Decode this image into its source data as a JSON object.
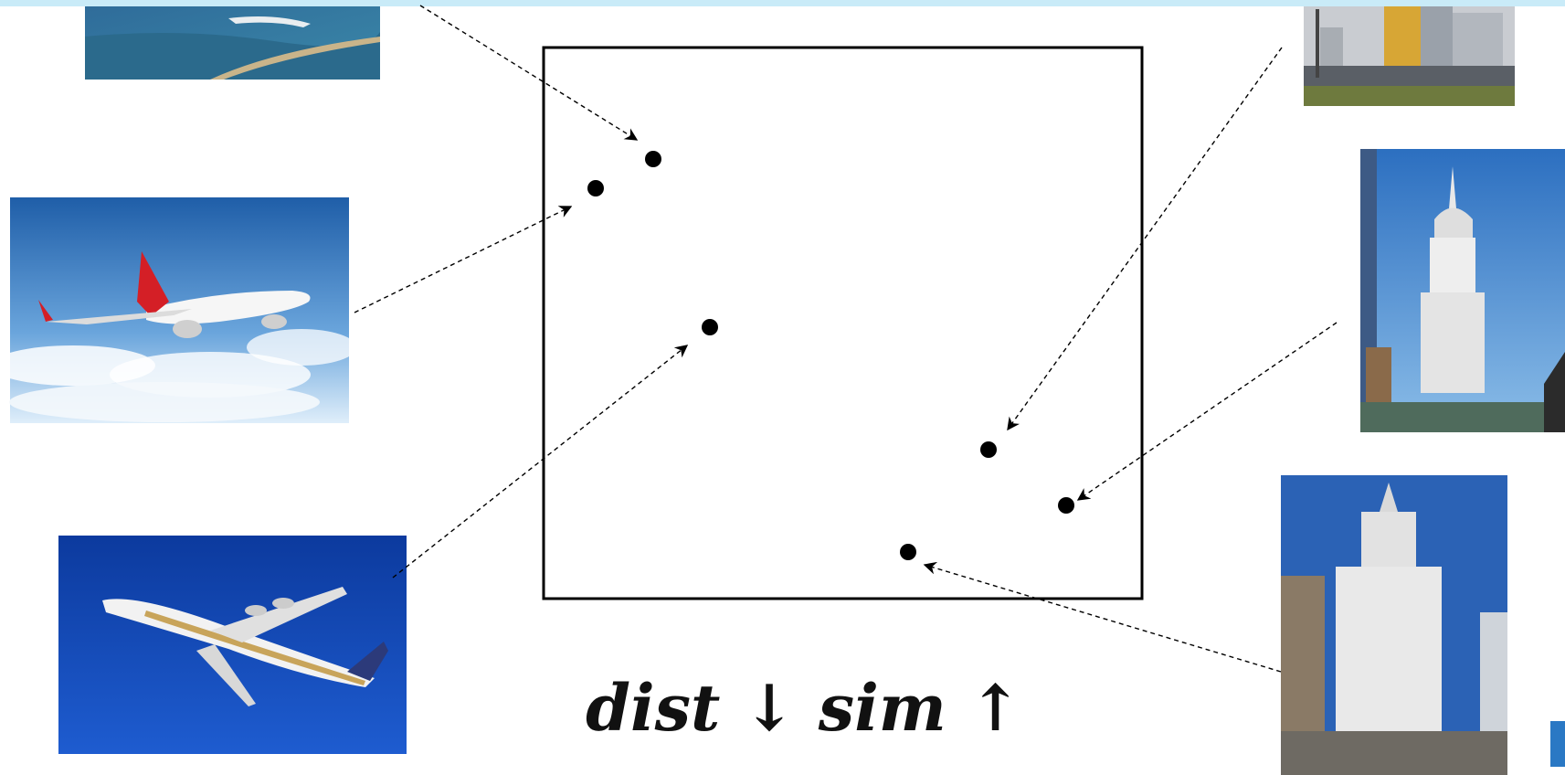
{
  "caption": {
    "text": "dist ↓ sim ↑"
  },
  "embedding_points": [
    {
      "id": "airplane-1",
      "category": "airplane"
    },
    {
      "id": "airplane-2",
      "category": "airplane"
    },
    {
      "id": "airplane-3",
      "category": "airplane"
    },
    {
      "id": "building-1",
      "category": "building"
    },
    {
      "id": "building-2",
      "category": "building"
    },
    {
      "id": "building-3",
      "category": "building"
    }
  ],
  "thumbnails": [
    {
      "id": "airplane-1",
      "icon": "airplane-over-coast-photo"
    },
    {
      "id": "airplane-2",
      "icon": "qantas-airplane-photo"
    },
    {
      "id": "airplane-3",
      "icon": "jumbo-jet-photo"
    },
    {
      "id": "building-1",
      "icon": "city-skyscraper-photo"
    },
    {
      "id": "building-2",
      "icon": "chrysler-building-photo"
    },
    {
      "id": "building-3",
      "icon": "woolworth-building-photo"
    }
  ],
  "colors": {
    "sky_blue": "#2f6fb8",
    "deep_blue": "#0f3fa8",
    "frame": "#000000",
    "accent_strip": "#c9ebf8"
  }
}
